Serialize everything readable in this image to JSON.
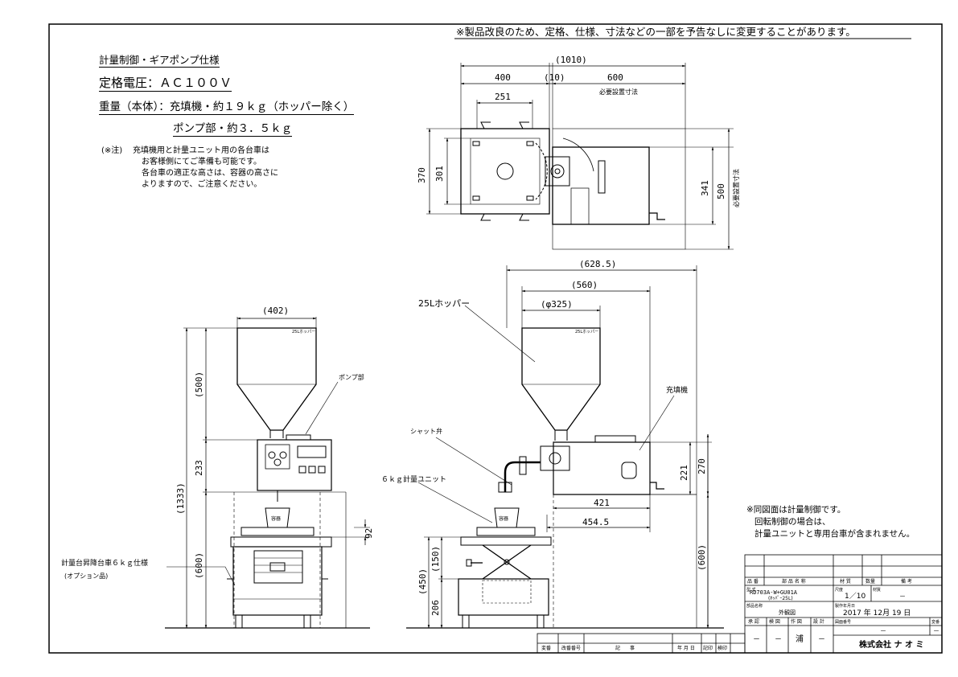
{
  "header": {
    "notice": "※製品改良のため、定格、仕様、寸法などの一部を予告なしに変更することがあります。"
  },
  "specs": {
    "title": "計量制御・ギアポンプ仕様",
    "voltage": "定格電圧：ＡＣ１００Ｖ",
    "weight": "重量（本体）：充填機・約１９ｋｇ（ホッパー除く）",
    "pump_weight": "ポンプ部・約３．５ｋｇ"
  },
  "caution": {
    "label": "(※注)",
    "lines": [
      "充填機用と計量ユニット用の各台車は",
      "お客様側にてご準備も可能です。",
      "各台車の適正な高さは、容器の高さに",
      "よりますので、ご注意ください。"
    ]
  },
  "top_view": {
    "dims": {
      "total": "(1010)",
      "left": "400",
      "gap": "(10)",
      "right": "600",
      "right_note": "必要設置寸法",
      "inner": "251",
      "h_outer": "370",
      "h_inner": "301",
      "h_right": "341",
      "h_total": "500",
      "h_note": "必要設置寸法"
    }
  },
  "front_view": {
    "dims": {
      "width": "(402)",
      "total_h": "(1333)",
      "hopper_h": "(500)",
      "body_h": "233",
      "cart_h": "(600)",
      "gap": "92"
    },
    "labels": {
      "pump": "ポンプ部",
      "hopper_small": "25Lホッパー",
      "cup": "容器",
      "cart": "計量台昇降台車６ｋｇ仕様",
      "cart_option": "(オプション品)"
    }
  },
  "side_view": {
    "dims": {
      "total": "(628.5)",
      "mid": "(560)",
      "hopper_d": "(φ325)",
      "body_h": "221",
      "right_h": "270",
      "base1": "421",
      "base2": "454.5",
      "lift_h": "(450)",
      "lift_top": "(150)",
      "lift_bottom": "206",
      "cart_h": "(600)"
    },
    "labels": {
      "hopper": "25Lホッパー",
      "hopper_small": "25Lホッパー",
      "filler": "充填機",
      "valve": "シャット弁",
      "unit": "６ｋｇ計量ユニット",
      "cup": "容器"
    }
  },
  "side_note": {
    "lines": [
      "※同図面は計量制御です。",
      "回転制御の場合は、",
      "計量ユニットと専用台車が含まれません。"
    ]
  },
  "title_block": {
    "h_item_no": "品 番",
    "h_part_name": "部 品 名 称",
    "h_material": "材 質",
    "h_qty": "数量",
    "h_remarks": "備 考",
    "model_label": "型 式",
    "model": "RD703A-W+GU01A",
    "model_sub": "(ﾎｯﾊﾟｰ25L)",
    "scale_label": "尺度",
    "scale": "1／10",
    "material_label": "材質",
    "material": "－",
    "part_label": "部品名称",
    "part_name": "外観図",
    "date_label": "製作年月日",
    "date": "2017 年 12月 19 日",
    "drawing_no_label": "図面番号",
    "drawing_no": "－",
    "rev_label": "変番",
    "rev": "－",
    "h_approve": "承 認",
    "h_check": "検 図",
    "h_draw": "作 図",
    "h_design": "設 計",
    "approve": "－",
    "check": "－",
    "draw": "浦",
    "design": "－",
    "company": "株式会社 ナ オ ミ"
  },
  "revision_block": {
    "h_rev": "変番",
    "h_change_no": "改番番号",
    "h_record": "記　　事",
    "h_date": "年 月 日",
    "h_author": "記印",
    "h_checker": "検印"
  }
}
